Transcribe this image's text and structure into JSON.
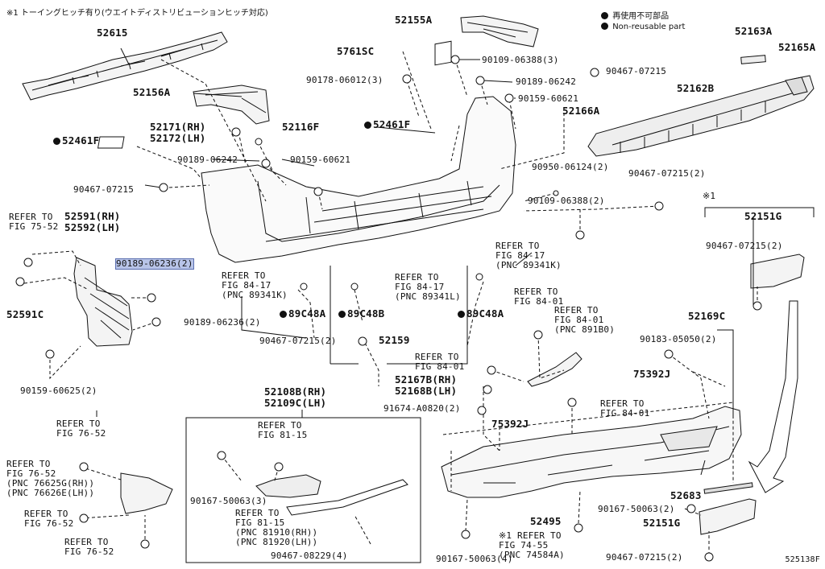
{
  "header_note": "※1 トーイングヒッチ有り(ウエイトディストリビューションヒッチ対応)",
  "legend": {
    "jp": "再使用不可部品",
    "en": "Non-reusable part"
  },
  "diagram_code": "525138F",
  "parts": {
    "p52615": "52615",
    "p52156A": "52156A",
    "p52171": "52171(RH)",
    "p52172": "52172(LH)",
    "p52116F": "52116F",
    "p52461F_l": "52461F",
    "p90189_06242_l": "90189-06242",
    "p90159_60621_l": "90159-60621",
    "p90467_07215_l": "90467-07215",
    "p52155A": "52155A",
    "p5761SC": "5761SC",
    "p90109_06388_3": "90109-06388(3)",
    "p90178": "90178-06012(3)",
    "p90189_06242_r": "90189-06242",
    "p90159_60621_r": "90159-60621",
    "p52461F_c": "52461F",
    "p90467_07215_tr": "90467-07215",
    "p52163A": "52163A",
    "p52165A": "52165A",
    "p52162B": "52162B",
    "p52166A": "52166A",
    "p90950": "90950-06124(2)",
    "p90467_07215_2r": "90467-07215(2)",
    "p90109_06388_2": "90109-06388(2)",
    "p52591": "52591(RH)",
    "p52592": "52592(LH)",
    "p90189_06236_2": "90189-06236(2)",
    "p52591C": "52591C",
    "p90189_06236_2b": "90189-06236(2)",
    "p90159_60625": "90159-60625(2)",
    "p89C48A_l": "89C48A",
    "p89C48B": "89C48B",
    "p89C48A_r": "89C48A",
    "p90467_07215_c2": "90467-07215(2)",
    "p52159": "52159",
    "p52151G_t": "52151G",
    "p90467_07215_2g": "90467-07215(2)",
    "p52169C": "52169C",
    "p90183": "90183-05050(2)",
    "p75392J_r": "75392J",
    "p52167B": "52167B(RH)",
    "p52168B": "52168B(LH)",
    "p91674": "91674-A0820(2)",
    "p75392J_c": "75392J",
    "p52108B": "52108B(RH)",
    "p52109C": "52109C(LH)",
    "p90167_50063_3": "90167-50063(3)",
    "p90467_08229": "90467-08229(4)",
    "p52683": "52683",
    "p90167_50063_2": "90167-50063(2)",
    "p52151G_b": "52151G",
    "p52495": "52495",
    "p90167_50063_4": "90167-50063(4)",
    "p90467_07215_2b": "90467-07215(2)"
  },
  "refs": {
    "r_75_52": [
      "REFER TO",
      "FIG 75-52"
    ],
    "r_84_17_a": [
      "REFER TO",
      "FIG 84-17",
      "(PNC 89341K)"
    ],
    "r_84_17_b": [
      "REFER TO",
      "FIG 84-17",
      "(PNC 89341L)"
    ],
    "r_84_17_c": [
      "REFER TO",
      "FIG 84-17",
      "(PNC 89341K)"
    ],
    "r_84_01_a": [
      "REFER TO",
      "FIG 84-01"
    ],
    "r_84_01_b": [
      "REFER TO",
      "FIG 84-01",
      "(PNC 891B0)"
    ],
    "r_84_01_c": [
      "REFER TO",
      "FIG 84-01"
    ],
    "r_84_01_d": [
      "REFER TO",
      "FIG 84-01"
    ],
    "r_76_52_a": [
      "REFER TO",
      "FIG 76-52"
    ],
    "r_76_52_b": [
      "REFER TO",
      "FIG 76-52",
      "(PNC 76625G(RH))",
      "(PNC 76626E(LH))"
    ],
    "r_76_52_c": [
      "REFER TO",
      "FIG 76-52"
    ],
    "r_76_52_d": [
      "REFER TO",
      "FIG 76-52"
    ],
    "r_81_15_a": [
      "REFER TO",
      "FIG 81-15"
    ],
    "r_81_15_b": [
      "REFER TO",
      "FIG 81-15",
      "(PNC 81910(RH))",
      "(PNC 81920(LH))"
    ],
    "r_74_55": [
      "※1 REFER TO",
      "FIG 74-55",
      "(PNC 74584A)"
    ]
  },
  "markers": {
    "x1": "※1"
  }
}
